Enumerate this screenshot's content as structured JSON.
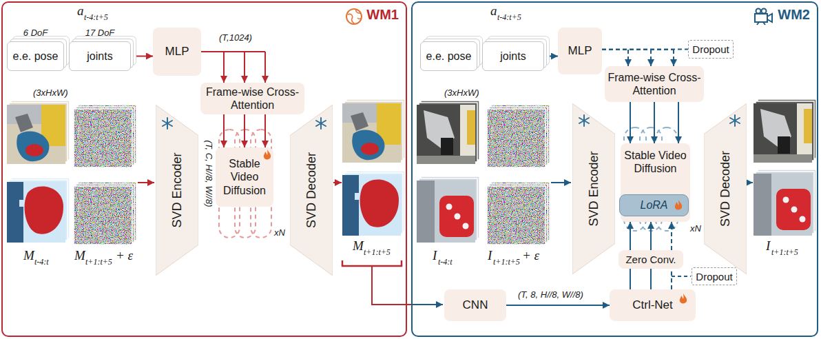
{
  "diagram": {
    "nodes": [
      {
        "text": [
          "WM1"
        ]
      },
      {
        "text": [
          "6 DoF",
          "e.e. pose"
        ],
        "in": 0
      },
      {
        "text": [
          "17 DoF",
          "joints"
        ],
        "in": 0
      },
      {
        "text": [
          "MLP"
        ],
        "in": 0
      },
      {
        "text": [
          "Frame-wise Cross-Attention"
        ],
        "in": 0
      },
      {
        "text": [
          "SVD Encoder"
        ],
        "in": 0
      },
      {
        "text": [
          "Stable Video Diffusion"
        ],
        "in": 0
      },
      {
        "text": [
          "SVD Decoder"
        ],
        "in": 0
      },
      {
        "text": [
          "WM2"
        ]
      },
      {
        "text": [
          "e.e. pose"
        ],
        "in": 8
      },
      {
        "text": [
          "joints"
        ],
        "in": 8
      },
      {
        "text": [
          "MLP"
        ],
        "in": 8
      },
      {
        "text": [
          "Dropout"
        ],
        "in": 8
      },
      {
        "text": [
          "Frame-wise Cross-Attention"
        ],
        "in": 8
      },
      {
        "text": [
          "SVD Encoder"
        ],
        "in": 8
      },
      {
        "text": [
          "Stable Video Diffusion"
        ],
        "in": 8
      },
      {
        "text": [
          "LoRA"
        ],
        "in": 15
      },
      {
        "text": [
          "SVD Decoder"
        ],
        "in": 8
      },
      {
        "text": [
          "Zero Conv."
        ],
        "in": 8
      },
      {
        "text": [
          "Dropout"
        ],
        "in": 8
      },
      {
        "text": [
          "Ctrl-Net"
        ],
        "in": 8
      },
      {
        "text": [
          "CNN"
        ],
        "in": 8
      }
    ],
    "edges": [
      {
        "from": 2,
        "to": 3,
        "arrow": "to"
      },
      {
        "from": 3,
        "to": 4,
        "arrow": "to"
      },
      {
        "from": 4,
        "to": 6,
        "arrow": "to"
      },
      {
        "from": 10,
        "to": 11,
        "arrow": "to"
      },
      {
        "from": 11,
        "to": 12,
        "arrow": "none"
      },
      {
        "from": 11,
        "to": 13,
        "arrow": "to"
      },
      {
        "from": 13,
        "to": 15,
        "arrow": "to"
      },
      {
        "from": 21,
        "to": 20,
        "arrow": "to"
      },
      {
        "from": 20,
        "to": 18,
        "arrow": "none"
      },
      {
        "from": 18,
        "to": 15,
        "arrow": "to"
      }
    ],
    "labels": [
      "(T,1024)",
      "a",
      "t-4:t+5",
      "(3xHxW)",
      "(T, C, H//8, W//8)",
      "xN",
      "M",
      "t-4:t",
      "M",
      "t+1:t+5",
      "+ ε",
      "M",
      "t+1:t+5",
      "a",
      "t-4:t+5",
      "(3xHxW)",
      "xN",
      "I",
      "t-4:t",
      "I",
      "t+1:t+5",
      "+ ε",
      "I",
      "t+1:t+5",
      "(T, 8, H//8, W//8)"
    ]
  }
}
